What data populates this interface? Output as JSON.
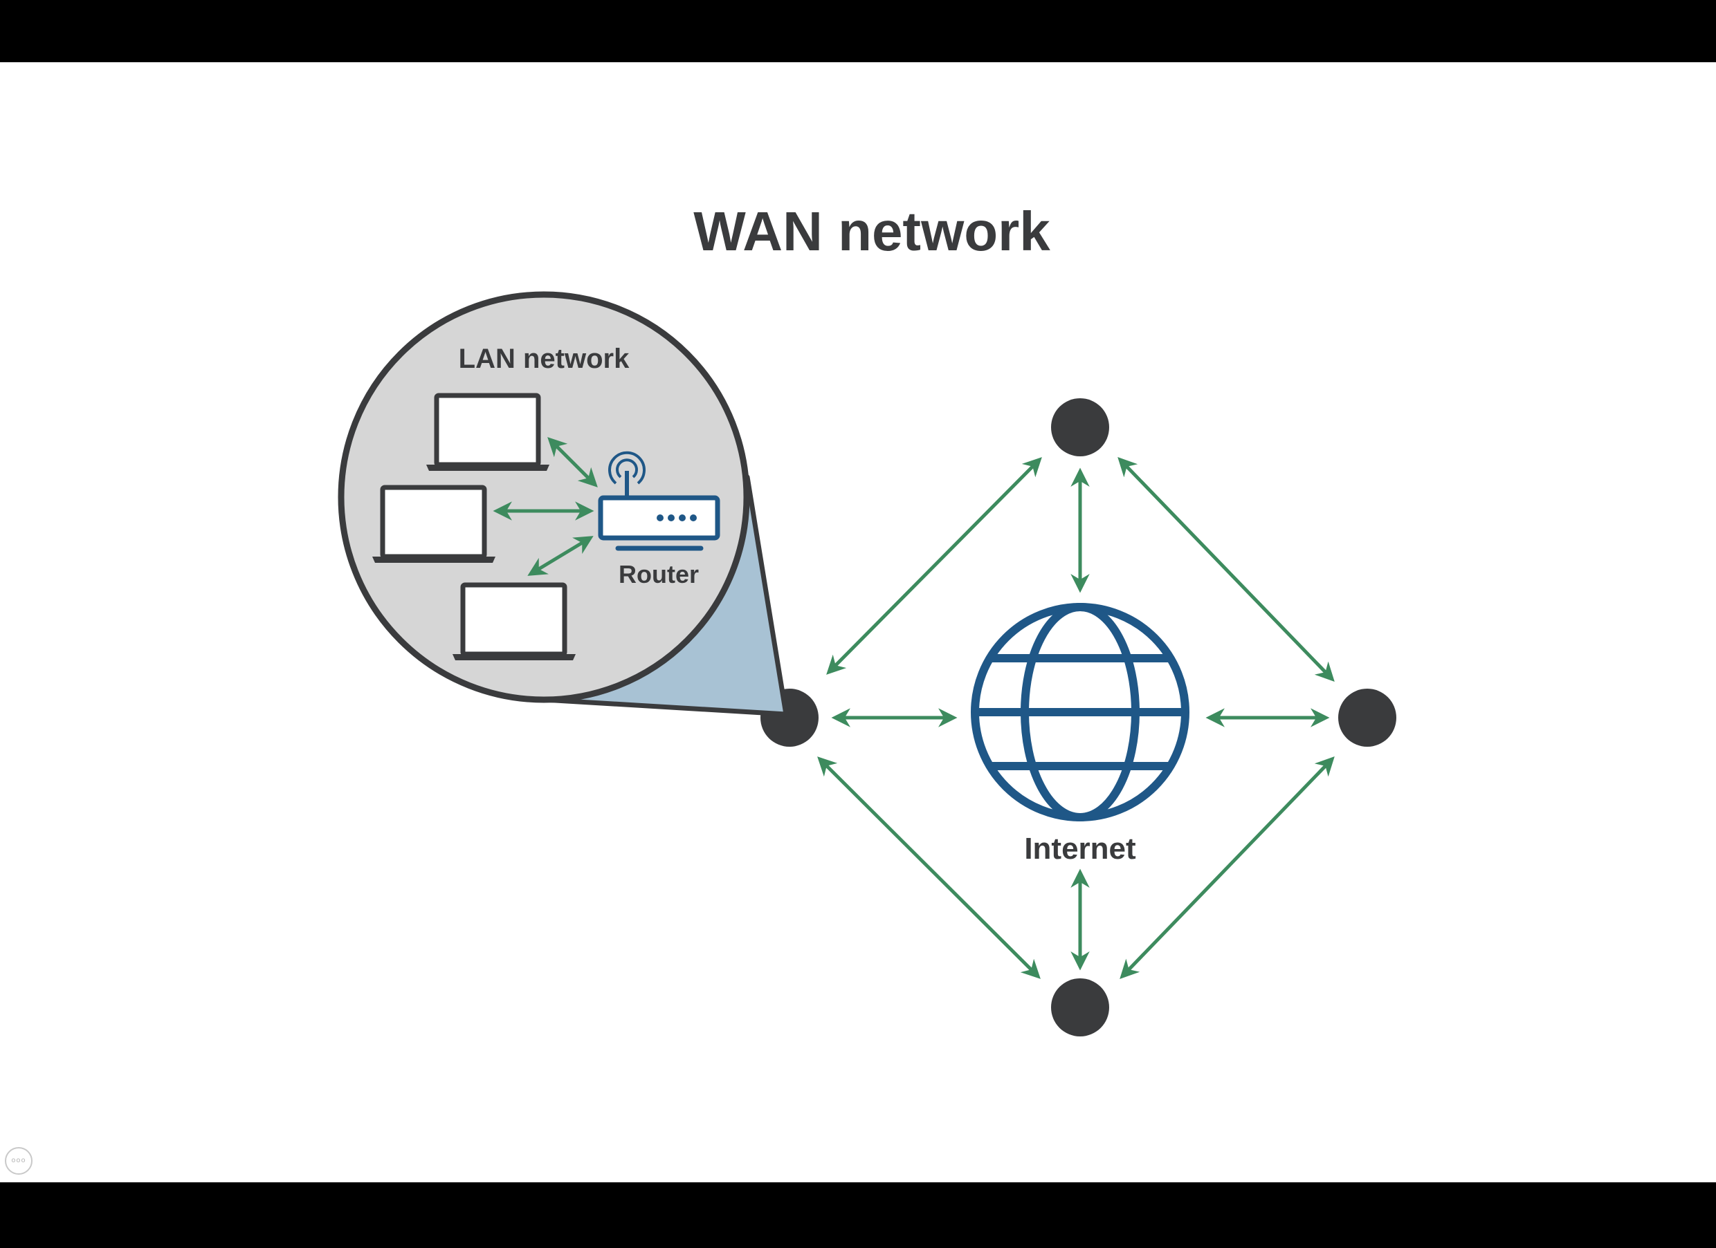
{
  "slide": {
    "title": "WAN network",
    "lan_label": "LAN network",
    "router_label": "Router",
    "internet_label": "Internet"
  },
  "colors": {
    "letterbox": "#000000",
    "slide_background": "#ffffff",
    "text": "#3a3b3d",
    "node": "#3a3b3d",
    "arrow": "#3d8b5e",
    "device_blue": "#1f5787",
    "lan_bubble_fill": "#d6d6d6",
    "callout_fill": "#a8c2d4"
  },
  "icons": {
    "laptops": [
      "laptop-icon",
      "laptop-icon",
      "laptop-icon"
    ],
    "router": "router-icon",
    "internet": "globe-icon",
    "options": "ellipsis-icon"
  },
  "viewer": {
    "options_glyph": "ooo"
  }
}
